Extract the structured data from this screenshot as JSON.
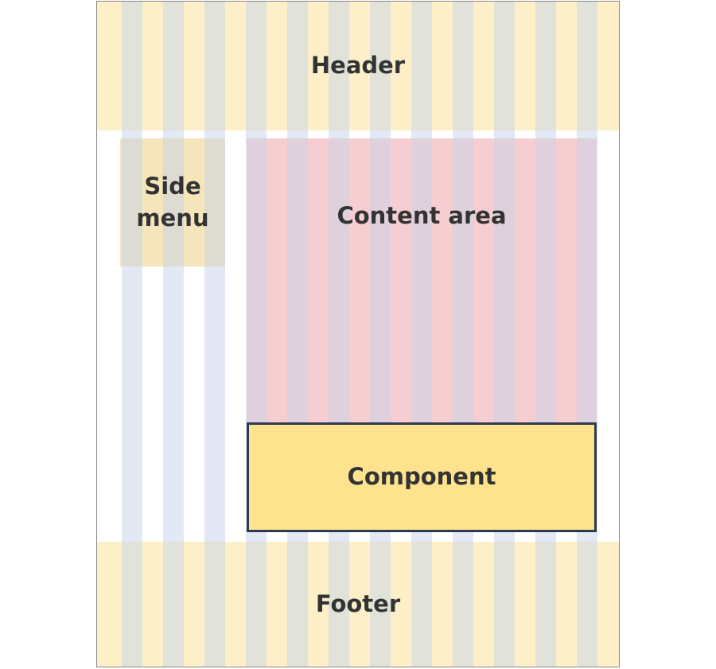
{
  "regions": {
    "header": "Header",
    "side_menu_line1": "Side",
    "side_menu_line2": "menu",
    "content_area": "Content area",
    "component": "Component",
    "footer": "Footer"
  },
  "colors": {
    "header_bg": "#fdf0c8",
    "content_bg": "#f6cdd0",
    "component_bg": "#fde38e",
    "component_border": "#2e3a52",
    "column_stripe": "#c5d3ea"
  }
}
